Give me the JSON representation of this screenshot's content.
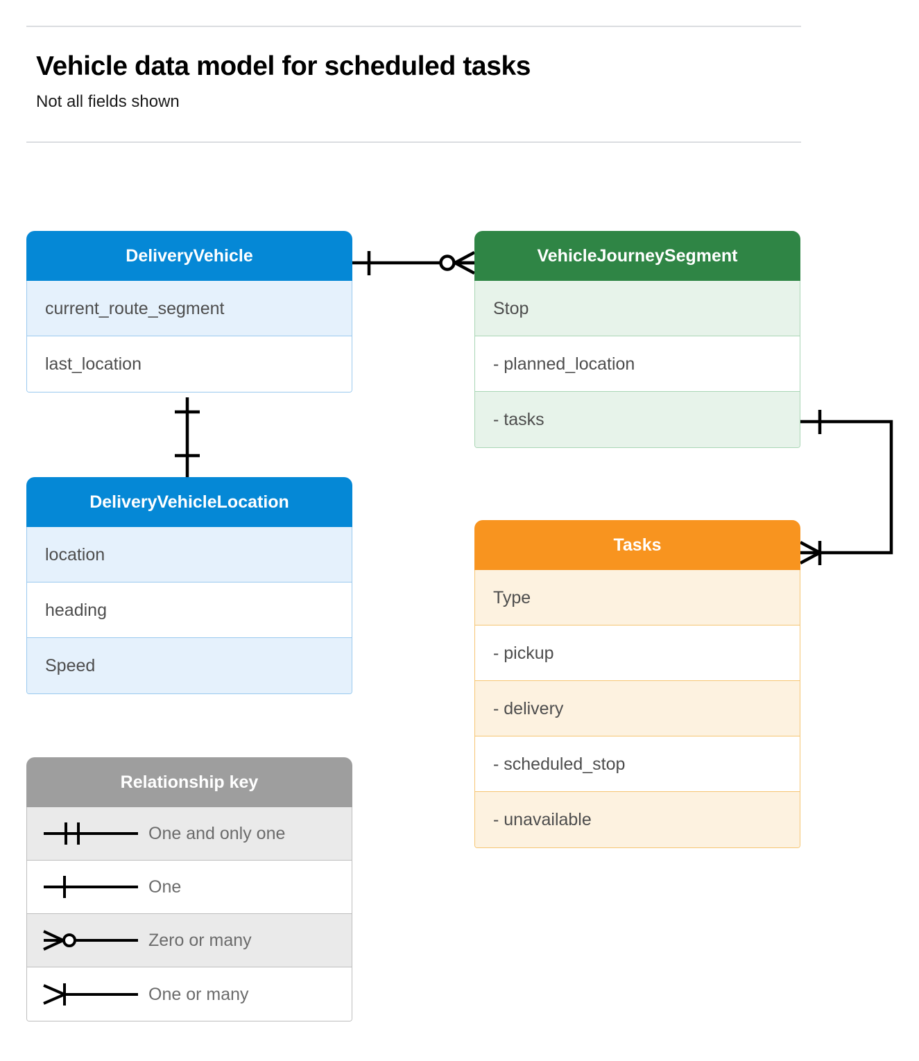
{
  "header": {
    "title": "Vehicle data model for scheduled tasks",
    "subtitle": "Not all fields shown"
  },
  "colors": {
    "blue": "#0588d6",
    "blue_tint": "#e5f1fc",
    "blue_border": "#9ac9ef",
    "green": "#2f8545",
    "green_tint": "#e7f3ea",
    "green_border": "#a8d5b4",
    "orange": "#f8941f",
    "orange_tint": "#fdf2e0",
    "orange_border": "#f6c572",
    "gray": "#9e9e9e",
    "gray_tint": "#eaeaea",
    "gray_border": "#bdbdbd",
    "rule": "#dadce0",
    "text": "#4d4d4d",
    "line": "#000000"
  },
  "entities": {
    "delivery_vehicle": {
      "name": "DeliveryVehicle",
      "rows": [
        {
          "text": "current_route_segment"
        },
        {
          "text": "last_location"
        }
      ]
    },
    "delivery_vehicle_location": {
      "name": "DeliveryVehicleLocation",
      "rows": [
        {
          "text": "location"
        },
        {
          "text": "heading"
        },
        {
          "text": "Speed"
        }
      ]
    },
    "journey_segment": {
      "name": "VehicleJourneySegment",
      "rows": [
        {
          "text": "Stop"
        },
        {
          "text": "-  planned_location"
        },
        {
          "text": "- tasks"
        }
      ]
    },
    "tasks": {
      "name": "Tasks",
      "rows": [
        {
          "text": "Type"
        },
        {
          "text": "-  pickup"
        },
        {
          "text": "-  delivery"
        },
        {
          "text": "-  scheduled_stop"
        },
        {
          "text": "-  unavailable"
        }
      ]
    }
  },
  "legend": {
    "title": "Relationship key",
    "items": [
      {
        "symbol": "one-and-only-one",
        "label": "One and only one"
      },
      {
        "symbol": "one",
        "label": "One"
      },
      {
        "symbol": "zero-or-many",
        "label": "Zero or many"
      },
      {
        "symbol": "one-or-many",
        "label": "One or many"
      }
    ]
  },
  "relationships": [
    {
      "from": "DeliveryVehicle",
      "to": "VehicleJourneySegment",
      "from_cardinality": "One",
      "to_cardinality": "Zero or many"
    },
    {
      "from": "DeliveryVehicle",
      "to": "DeliveryVehicleLocation",
      "from_cardinality": "One",
      "to_cardinality": "One"
    },
    {
      "from": "VehicleJourneySegment",
      "to": "Tasks",
      "from_cardinality": "One",
      "to_cardinality": "One or many"
    }
  ]
}
